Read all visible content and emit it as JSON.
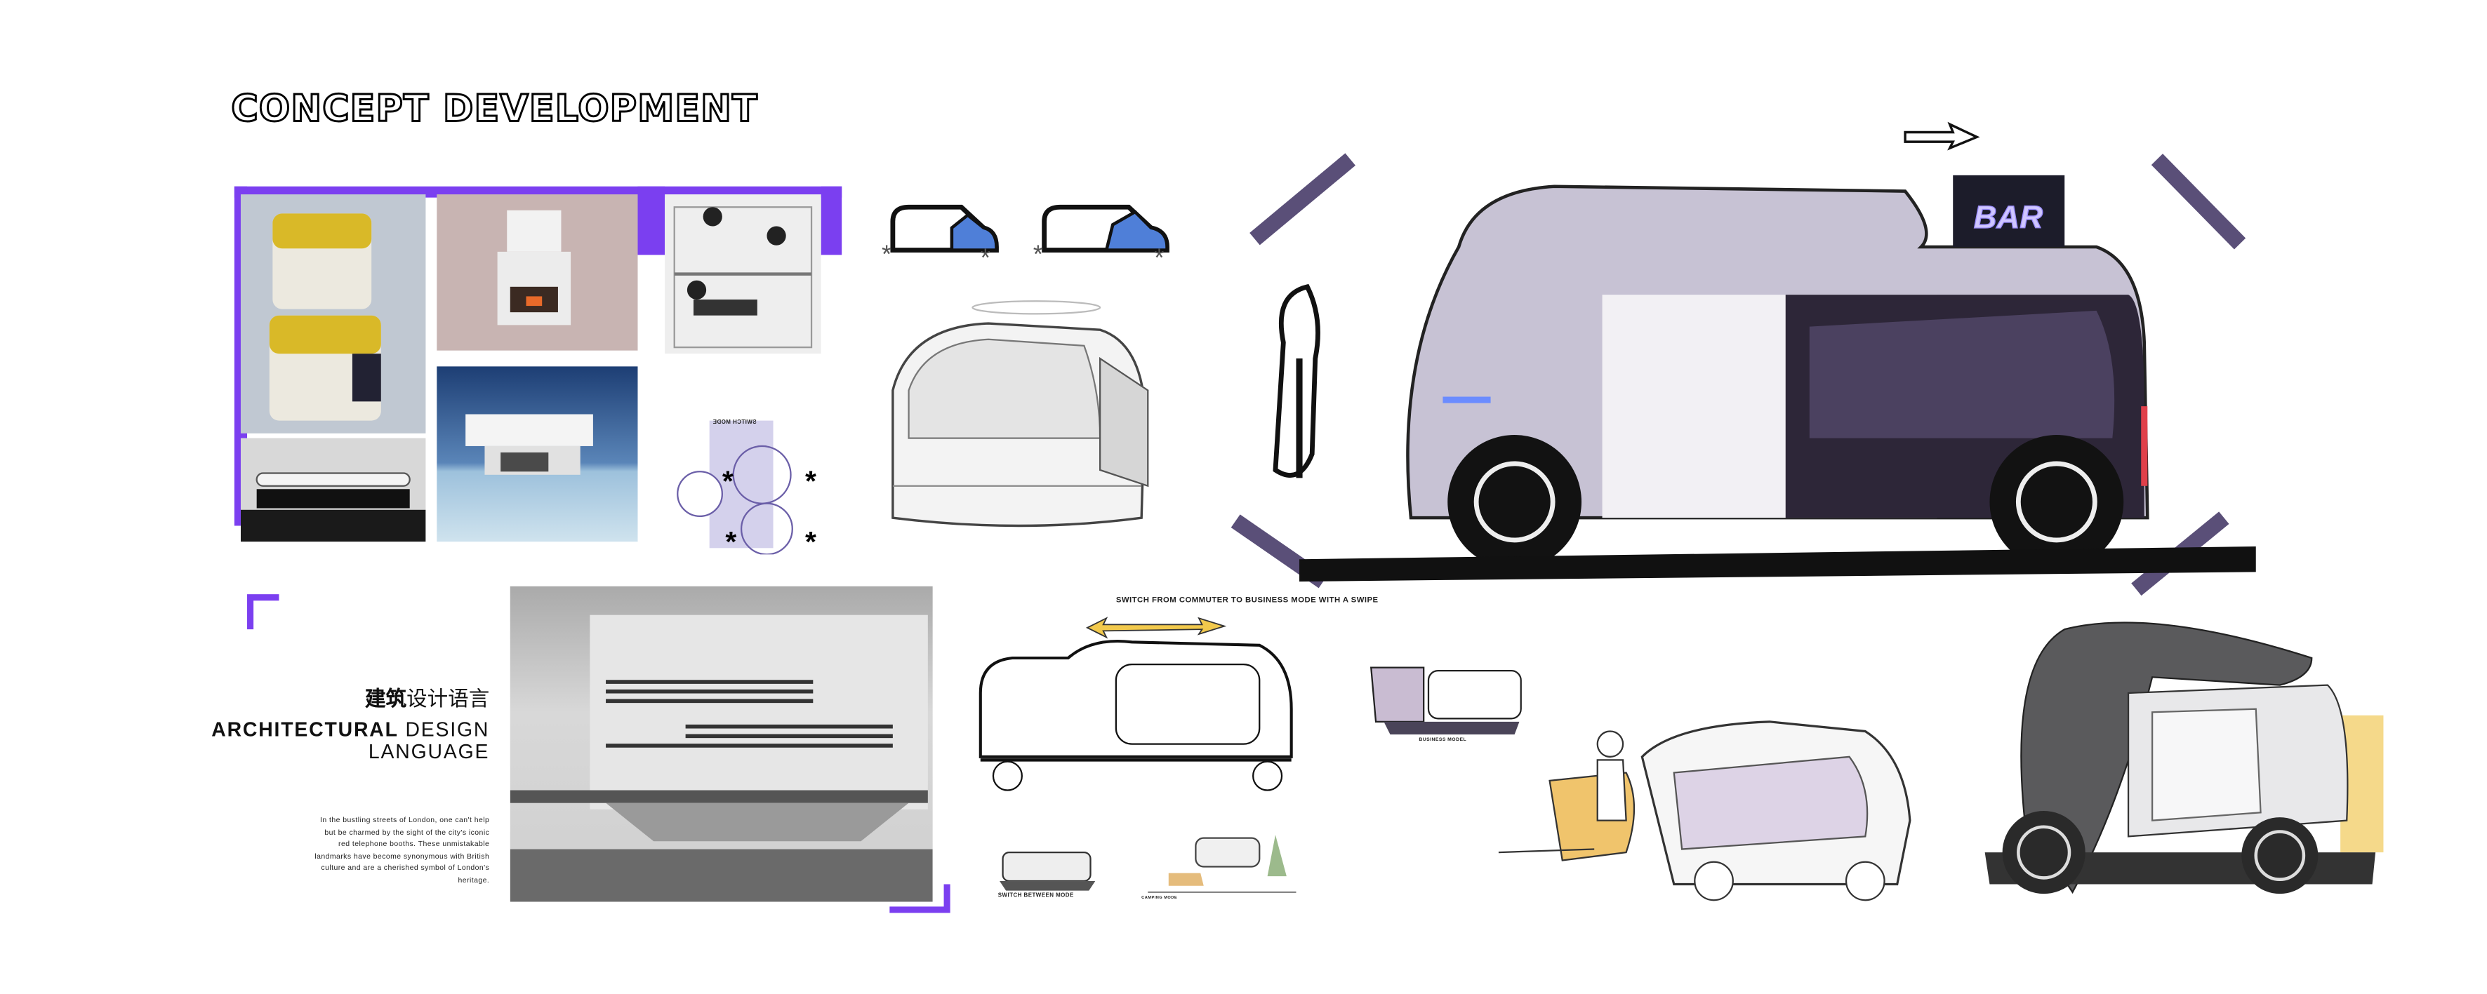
{
  "title": "CONCEPT DEVELOPMENT",
  "colors": {
    "accent_purple": "#7b3ff0",
    "bracket_purple": "#5a4f78",
    "sketch_blue": "#4f7fd8",
    "sketch_yellow": "#f2c94c"
  },
  "architecture": {
    "title_zh_bold": "建筑",
    "title_zh_regular": "设计语言",
    "title_en_bold": "ARCHITECTURAL",
    "title_en_regular_1": "DESIGN",
    "title_en_regular_2": "LANGUAGE",
    "paragraph": "In the bustling streets of London, one can't help but be charmed by the sight of the city's iconic red telephone booths. These unmistakable landmarks have become synonymous with British culture and are a cherished symbol of London's heritage."
  },
  "sketches": {
    "switch_mode_label": "SWITCH MODE",
    "swipe_caption": "SWITCH FROM COMMUTER TO BUSINESS MODE WITH A SWIPE",
    "switch_between_caption": "SWITCH BETWEEN MODE",
    "camping_caption": "CAMPING MODE",
    "business_caption": "BUSINESS MODEL",
    "bar_sign": "BAR"
  }
}
